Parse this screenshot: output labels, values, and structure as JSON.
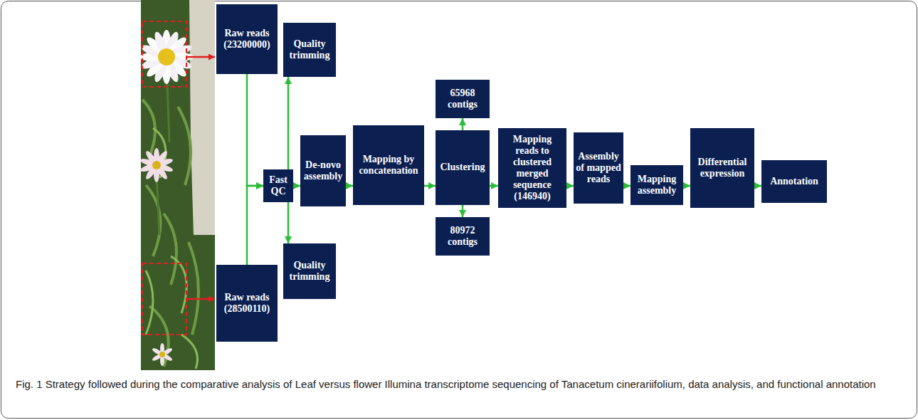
{
  "diagram": {
    "caption": "Fig. 1 Strategy followed during the comparative analysis of Leaf versus flower Illumina transcriptome sequencing of Tanacetum cinerariifolium, data analysis, and functional annotation",
    "nodes": [
      {
        "text": [
          "Raw reads (23200000)"
        ]
      },
      {
        "text": [
          "Quality trimming"
        ]
      },
      {
        "text": [
          "Fast QC"
        ]
      },
      {
        "text": [
          "De-novo assembly"
        ]
      },
      {
        "text": [
          "Mapping by concatenation"
        ]
      },
      {
        "text": [
          "65968 contigs"
        ]
      },
      {
        "text": [
          "Clustering"
        ]
      },
      {
        "text": [
          "80972 contigs"
        ]
      },
      {
        "text": [
          "Mapping reads to clustered merged sequence (146940)"
        ]
      },
      {
        "text": [
          "Assembly of mapped reads"
        ]
      },
      {
        "text": [
          "Mapping assembly"
        ]
      },
      {
        "text": [
          "Differential expression"
        ]
      },
      {
        "text": [
          "Annotation"
        ]
      },
      {
        "text": [
          "Raw reads (28500110)"
        ]
      },
      {
        "text": [
          "Quality trimming"
        ]
      }
    ],
    "edges": [
      {
        "from": 0,
        "to": 2,
        "arrow": "to"
      },
      {
        "from": 13,
        "to": 2,
        "arrow": "to"
      },
      {
        "from": 2,
        "to": 1,
        "arrow": "to"
      },
      {
        "from": 2,
        "to": 14,
        "arrow": "to"
      },
      {
        "from": 2,
        "to": 3,
        "arrow": "to"
      },
      {
        "from": 3,
        "to": 4,
        "arrow": "to"
      },
      {
        "from": 4,
        "to": 6,
        "arrow": "to"
      },
      {
        "from": 6,
        "to": 5,
        "arrow": "to"
      },
      {
        "from": 6,
        "to": 7,
        "arrow": "to"
      },
      {
        "from": 6,
        "to": 8,
        "arrow": "to"
      },
      {
        "from": 8,
        "to": 9,
        "arrow": "to"
      },
      {
        "from": 9,
        "to": 10,
        "arrow": "to"
      },
      {
        "from": 10,
        "to": 11,
        "arrow": "to"
      },
      {
        "from": 11,
        "to": 12,
        "arrow": "to"
      }
    ]
  }
}
